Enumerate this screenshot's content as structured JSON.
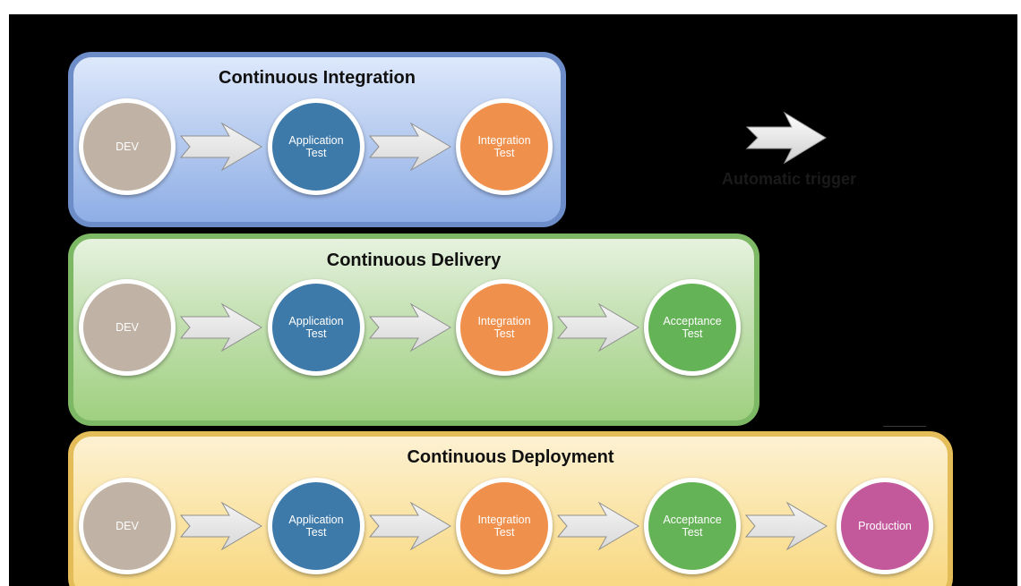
{
  "legend": {
    "label": "Automatic trigger",
    "arrow_icon": "right-arrow-icon"
  },
  "colors": {
    "dev": "#c0b2a5",
    "application_test": "#3d7aaa",
    "integration_test": "#ef904c",
    "acceptance_test": "#65b357",
    "production": "#c3599b",
    "arrow_fill": "#d9d9d9"
  },
  "panels": [
    {
      "id": "continuous-integration",
      "title": "Continuous Integration",
      "stages": [
        "DEV",
        "Application\nTest",
        "Integration\nTest"
      ]
    },
    {
      "id": "continuous-delivery",
      "title": "Continuous Delivery",
      "stages": [
        "DEV",
        "Application\nTest",
        "Integration\nTest",
        "Acceptance\nTest"
      ]
    },
    {
      "id": "continuous-deployment",
      "title": "Continuous Deployment",
      "stages": [
        "DEV",
        "Application\nTest",
        "Integration\nTest",
        "Acceptance\nTest",
        "Production"
      ]
    }
  ]
}
